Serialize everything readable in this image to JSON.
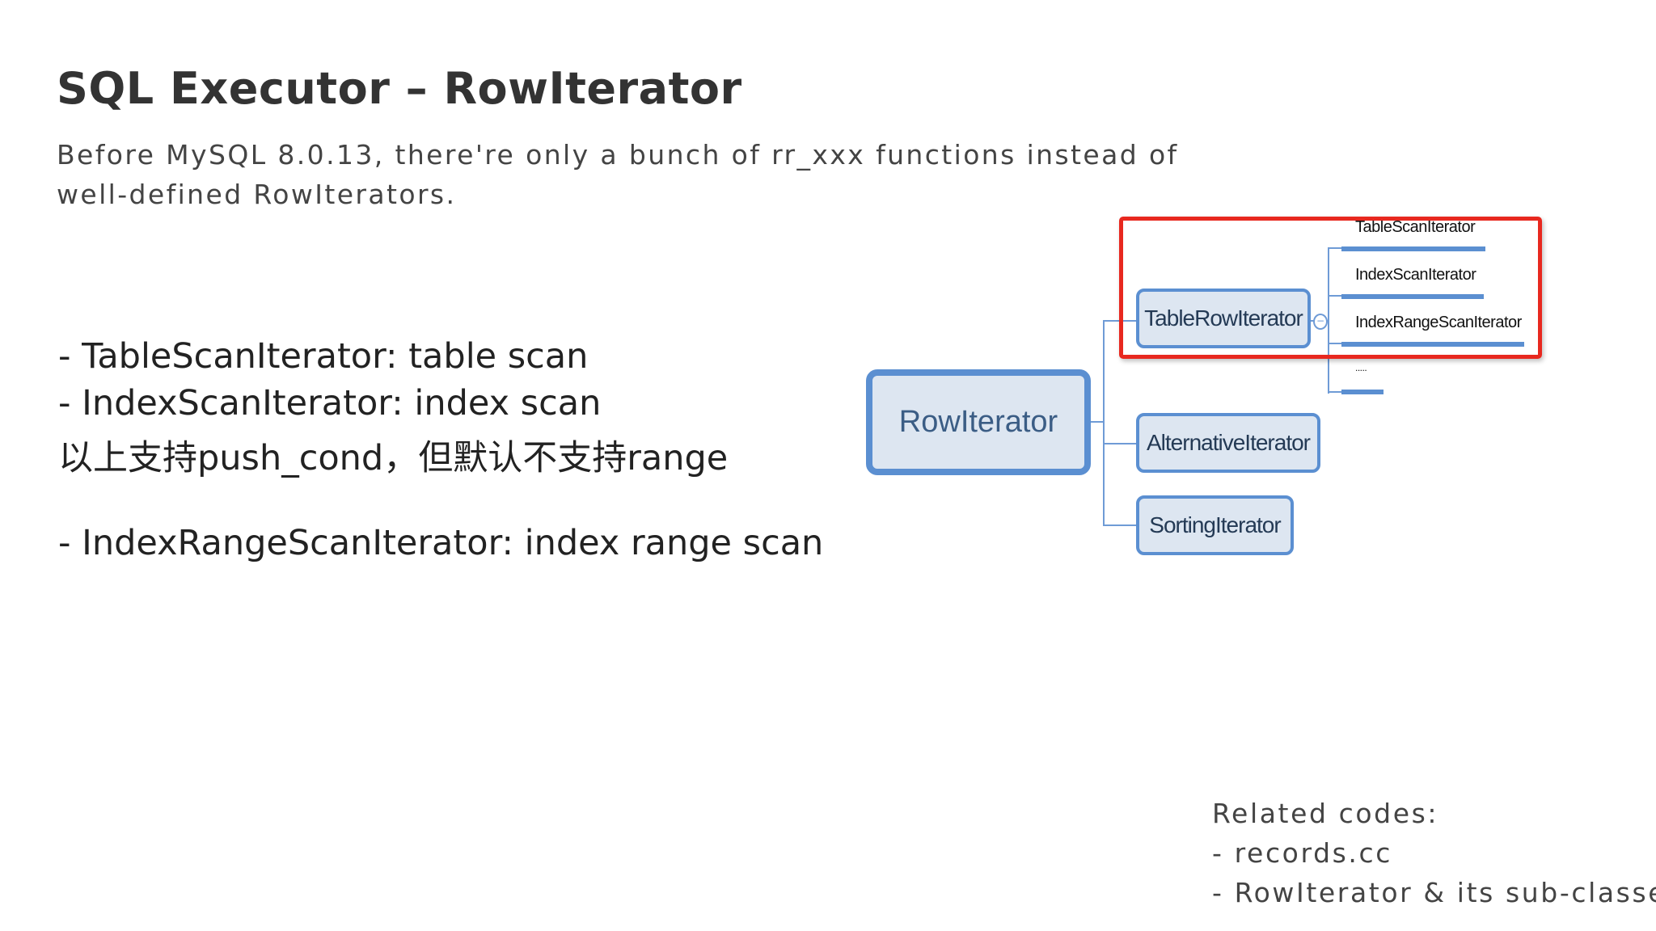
{
  "title": "SQL Executor – RowIterator",
  "subtitle": [
    "Before MySQL 8.0.13, there're only a bunch of rr_xxx functions instead of",
    "well-defined RowIterators."
  ],
  "bullets": [
    "- TableScanIterator: table scan",
    "- IndexScanIterator: index scan",
    "以上支持push_cond，但默认不支持range",
    "- IndexRangeScanIterator: index range scan"
  ],
  "diagram": {
    "root": "RowIterator",
    "children": [
      "TableRowIterator",
      "AlternativeIterator",
      "SortingIterator"
    ],
    "leaves": [
      "TableScanIterator",
      "IndexScanIterator",
      "IndexRangeScanIterator",
      "....."
    ],
    "collapse_symbol": "−",
    "colors": {
      "node_fill": "#dde6f1",
      "node_border": "#5b8fd1",
      "highlight": "#e8281f"
    }
  },
  "related": {
    "heading": "Related codes:",
    "items": [
      "- records.cc",
      "- RowIterator & its sub-classes"
    ]
  }
}
